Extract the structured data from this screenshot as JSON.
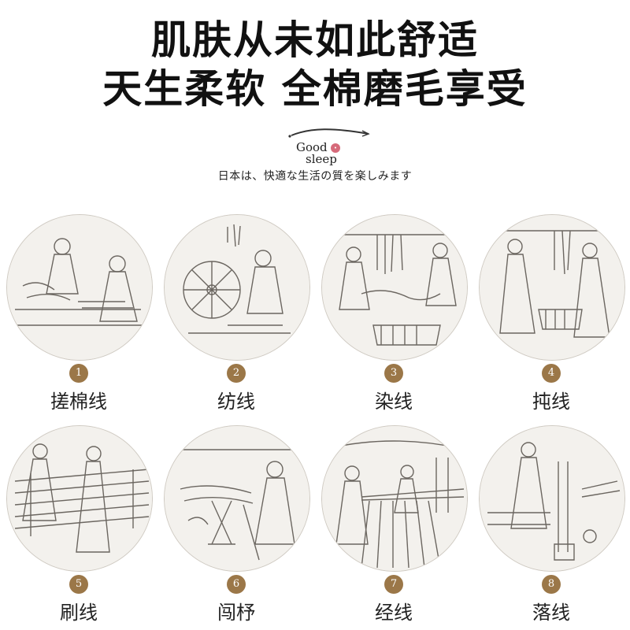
{
  "headline": {
    "line1": "肌肤从未如此舒适",
    "line2": "天生柔软 全棉磨毛享受"
  },
  "brand": {
    "word1": "Good",
    "word2": "sleep",
    "tagline": "日本は、快適な生活の質を楽しみます"
  },
  "steps": [
    {
      "number": "1",
      "label": "搓棉线"
    },
    {
      "number": "2",
      "label": "纺线"
    },
    {
      "number": "3",
      "label": "染线"
    },
    {
      "number": "4",
      "label": "扽线"
    },
    {
      "number": "5",
      "label": "刷线"
    },
    {
      "number": "6",
      "label": "闯杼"
    },
    {
      "number": "7",
      "label": "经线"
    },
    {
      "number": "8",
      "label": "落线"
    }
  ],
  "colors": {
    "badge": "#9b7748",
    "disc": "#f3f1ed",
    "brand_mark": "#d66a7a"
  }
}
